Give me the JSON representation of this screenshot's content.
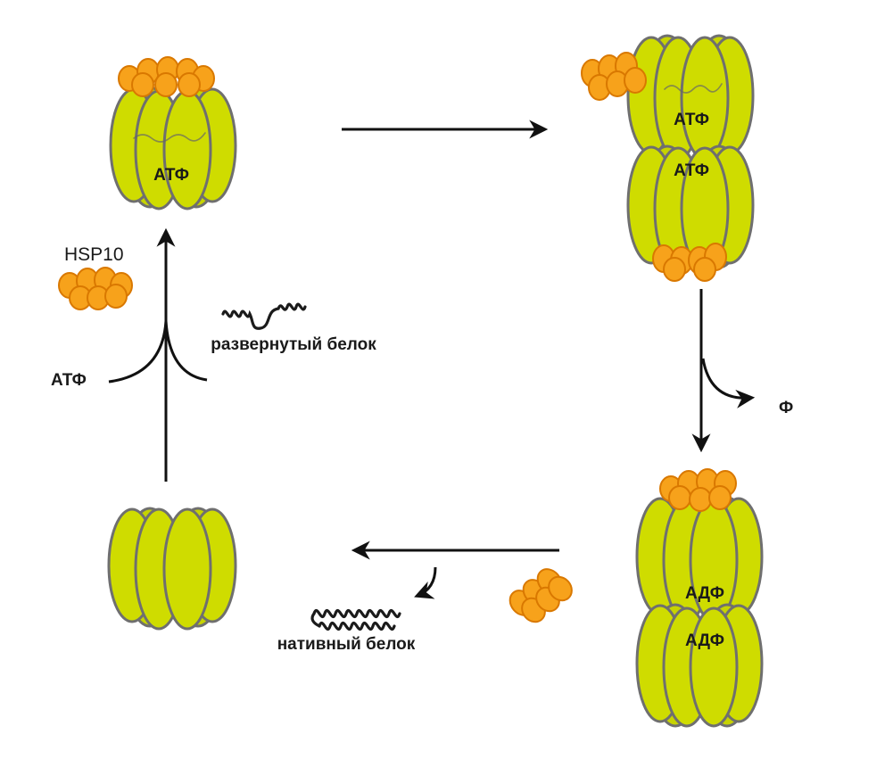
{
  "labels": {
    "atp_top_left": "АТФ",
    "atp_top_right_1": "АТФ",
    "atp_top_right_2": "АТФ",
    "hsp10": "HSP10",
    "unfolded_protein": "развернутый белок",
    "atp_input": "АТФ",
    "phosphate": "Ф",
    "adp_1": "АДФ",
    "adp_2": "АДФ",
    "native_protein": "нативный белок"
  },
  "colors": {
    "subunit": "#cfdc00",
    "cap": "#f7a21b",
    "outline": "#6f6f6f",
    "arrow": "#111111"
  }
}
